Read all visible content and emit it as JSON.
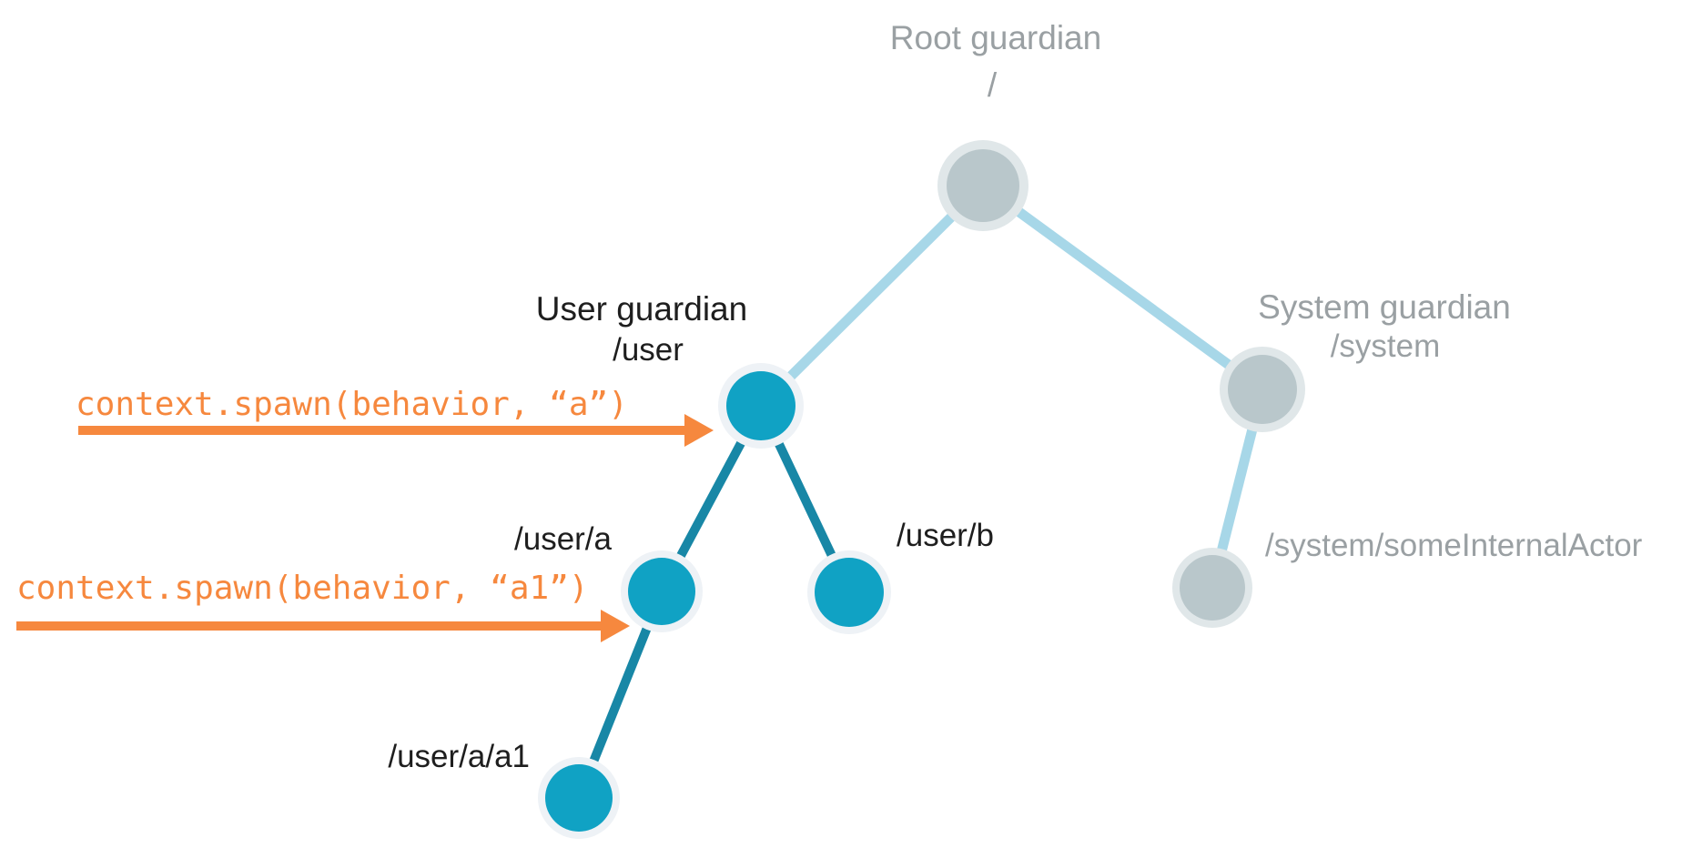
{
  "diagram": {
    "labels": {
      "root_guardian": "Root guardian",
      "root_path": "/",
      "user_guardian": "User guardian",
      "user_path": "/user",
      "system_guardian": "System guardian",
      "system_path": "/system",
      "user_a_path": "/user/a",
      "user_b_path": "/user/b",
      "user_a_a1_path": "/user/a/a1",
      "system_internal_path": "/system/someInternalActor"
    },
    "code": {
      "spawn_a": "context.spawn(behavior, “a”)",
      "spawn_a1": "context.spawn(behavior, “a1”)"
    },
    "colors": {
      "active_node": "#10a2c4",
      "active_halo": "#eef2f6",
      "inactive_node": "#b9c7cb",
      "inactive_halo": "#e0e7e9",
      "light_edge": "#a7d7e8",
      "dark_edge": "#1887a6",
      "arrow_orange": "#f6883e",
      "gray_text": "#9aa0a3",
      "dark_text": "#1e1e1e"
    }
  }
}
